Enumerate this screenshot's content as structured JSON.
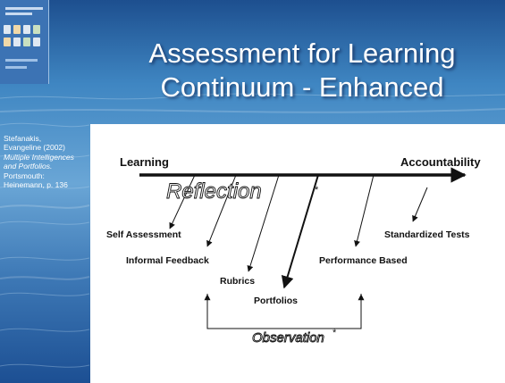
{
  "slide": {
    "title_line1": "Assessment for Learning",
    "title_line2": "Continuum - Enhanced",
    "citation": {
      "author": "Stefanakis, Evangeline (2002)",
      "book_title": "Multiple Intelligences and Portfolios.",
      "publisher": "Portsmouth: Heinemann, p. 136"
    }
  },
  "diagram": {
    "left_end": "Learning",
    "right_end": "Accountability",
    "reflection": "Reflection",
    "observation": "Observation",
    "items": {
      "self_assessment": "Self Assessment",
      "informal_feedback": "Informal Feedback",
      "rubrics": "Rubrics",
      "portfolios": "Portfolios",
      "performance_based": "Performance Based",
      "standardized_tests": "Standardized Tests"
    }
  },
  "colors": {
    "background": "#3f86c2",
    "panel": "#ffffff",
    "ink": "#111111"
  }
}
